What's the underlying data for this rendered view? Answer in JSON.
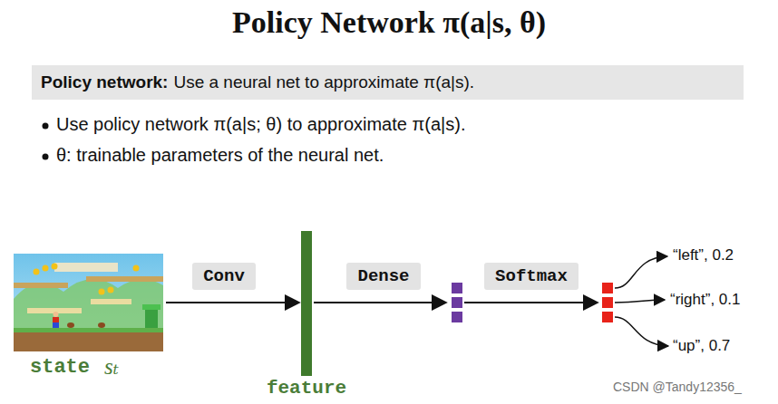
{
  "diagram": {
    "title": "Policy Network π(a|s, θ)",
    "nodes": [
      {
        "text": [
          "Policy network:",
          "Use a neural net to approximate π(a|s)."
        ]
      },
      {
        "text": [
          "state",
          "sₜ"
        ]
      },
      {
        "text": [
          "Conv"
        ]
      },
      {
        "text": [
          "feature"
        ]
      },
      {
        "text": [
          "Dense"
        ]
      },
      {
        "text": [
          "Softmax"
        ]
      }
    ],
    "edges": [
      {
        "from": 1,
        "to": 3,
        "arrow": "to"
      }
    ],
    "labels": [
      "Use policy network π(a|s; θ) to approximate π(a|s).",
      "θ: trainable parameters of the neural net.",
      "“left”, 0.2",
      "“right”, 0.1",
      "“up”, 0.7",
      "CSDN @Tandy12356_"
    ]
  }
}
